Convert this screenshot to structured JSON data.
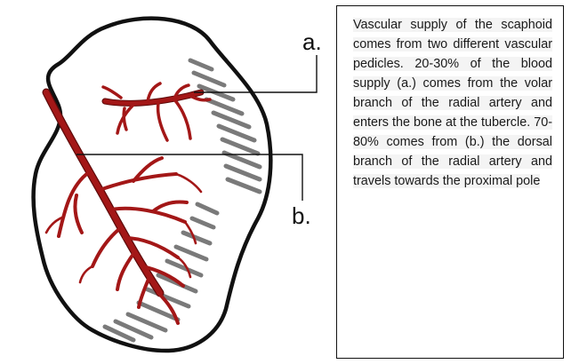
{
  "diagram": {
    "label_a": "a.",
    "label_b": "b.",
    "caption": "Vascular supply of the scaphoid comes from two different vascular pedicles. 20-30% of the blood supply (a.) comes from the volar branch of the radial artery and enters the bone at the tubercle. 70-80% comes from (b.) the dorsal branch of the radial artery and travels towards the proximal pole"
  },
  "colors": {
    "outline": "#111111",
    "artery": "#a31717",
    "artery_edge": "#5e0a0a",
    "hatching": "#7a7a7a",
    "background": "#ffffff"
  }
}
